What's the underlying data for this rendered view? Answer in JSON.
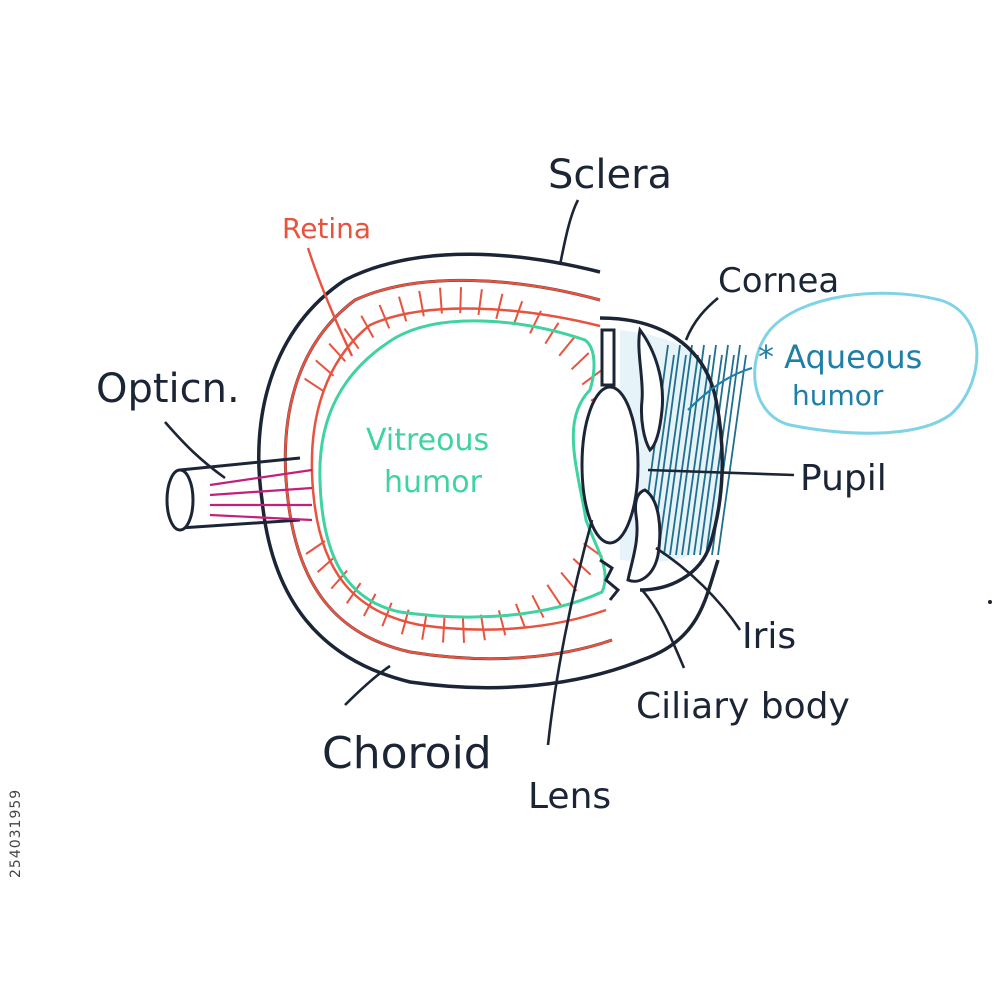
{
  "labels": {
    "sclera": "Sclera",
    "retina": "Retina",
    "cornea": "Cornea",
    "aqueous_line1": "* Aqueous",
    "aqueous_line2": "humor",
    "optic": "Opticn.",
    "vitreous_line1": "Vitreous",
    "vitreous_line2": "humor",
    "pupil": "Pupil",
    "iris": "Iris",
    "ciliary": "Ciliary body",
    "choroid": "Choroid",
    "lens": "Lens"
  },
  "side_id": "254031959",
  "colors": {
    "ink": "#1c2536",
    "retina": "#e8533f",
    "vitreous": "#3ed3a0",
    "aqueous_text": "#1f7fa6",
    "aqueous_bubble": "#7fd3e6",
    "aqueous_fill": "#1f6f8f",
    "optic_nerve": "#c2207a"
  }
}
